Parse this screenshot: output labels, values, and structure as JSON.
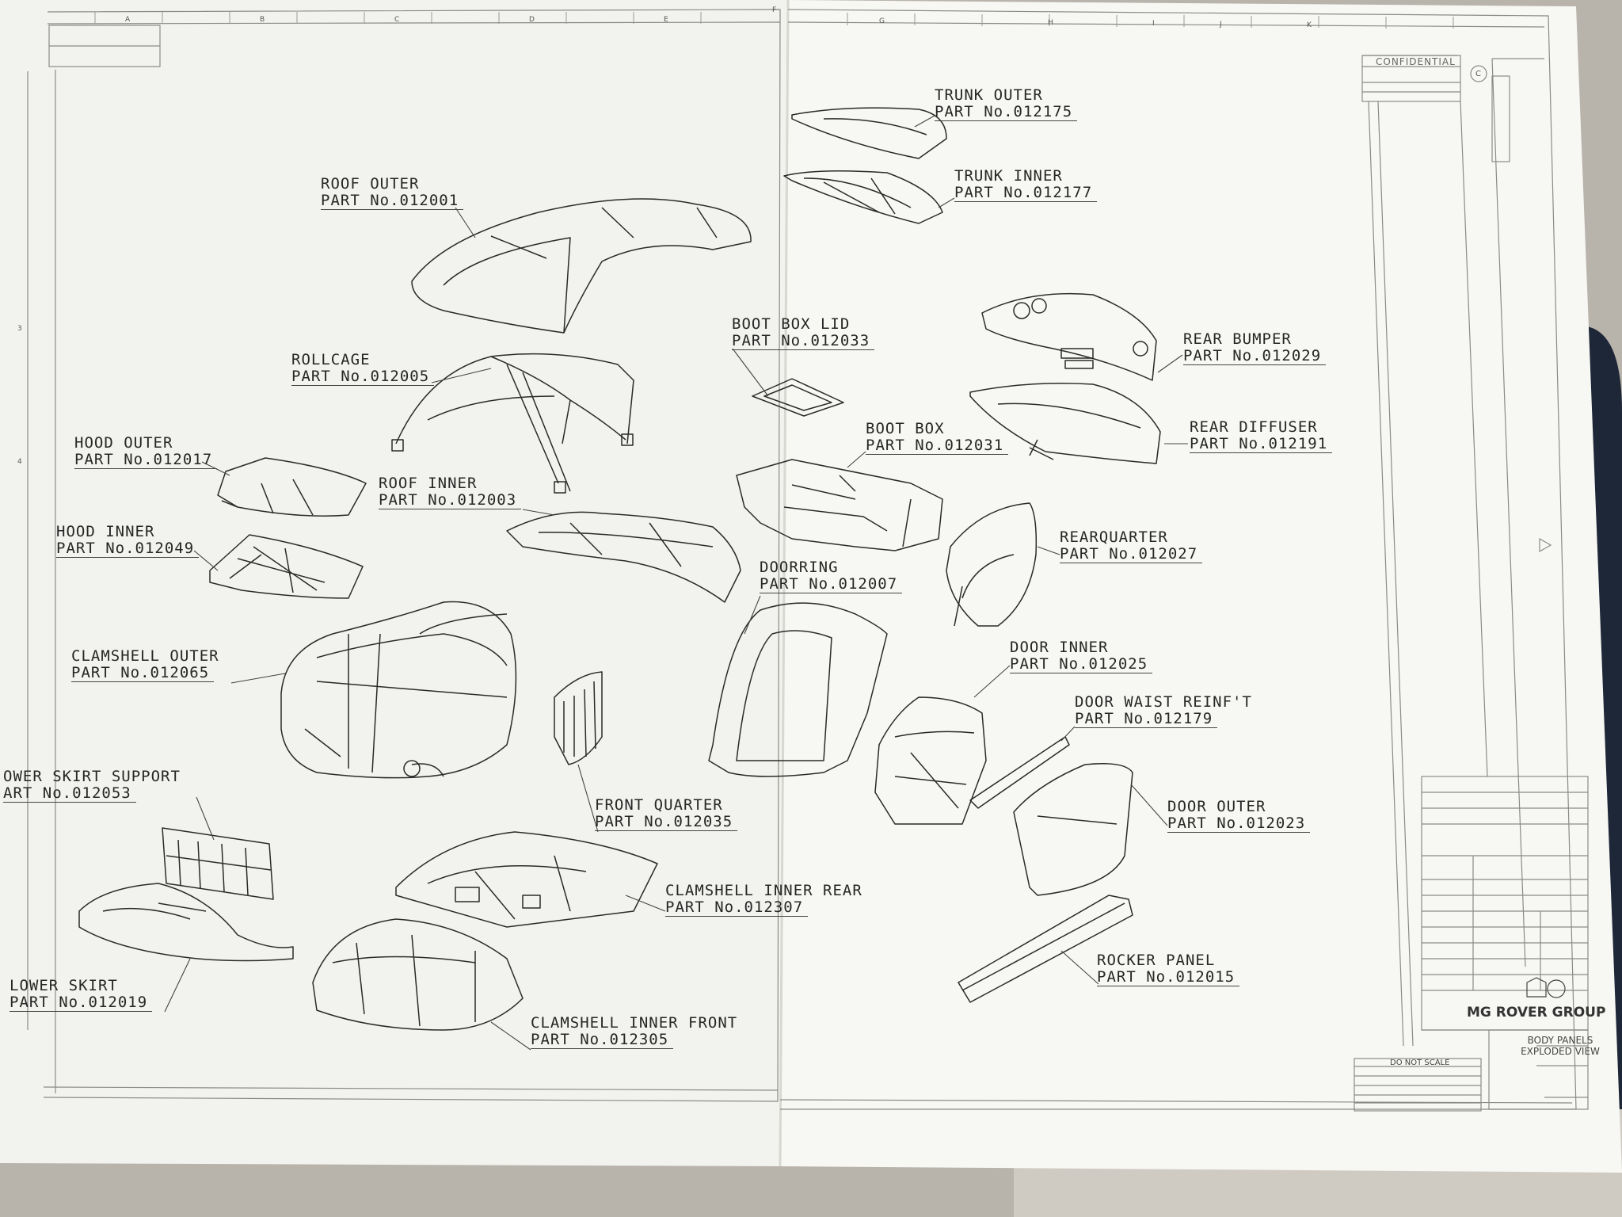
{
  "parts": [
    {
      "id": "trunk-outer",
      "name": "TRUNK OUTER",
      "part": "PART No.012175"
    },
    {
      "id": "trunk-inner",
      "name": "TRUNK INNER",
      "part": "PART No.012177"
    },
    {
      "id": "roof-outer",
      "name": "ROOF OUTER",
      "part": "PART No.012001"
    },
    {
      "id": "boot-box-lid",
      "name": "BOOT BOX LID",
      "part": "PART No.012033"
    },
    {
      "id": "rear-bumper",
      "name": "REAR BUMPER",
      "part": "PART No.012029"
    },
    {
      "id": "rollcage",
      "name": "ROLLCAGE",
      "part": "PART No.012005"
    },
    {
      "id": "rear-diffuser",
      "name": "REAR DIFFUSER",
      "part": "PART No.012191"
    },
    {
      "id": "boot-box",
      "name": "BOOT BOX",
      "part": "PART No.012031"
    },
    {
      "id": "hood-outer",
      "name": "HOOD OUTER",
      "part": "PART No.012017"
    },
    {
      "id": "roof-inner",
      "name": "ROOF INNER",
      "part": "PART No.012003"
    },
    {
      "id": "rearquarter",
      "name": "REARQUARTER",
      "part": "PART No.012027"
    },
    {
      "id": "hood-inner",
      "name": "HOOD INNER",
      "part": "PART No.012049"
    },
    {
      "id": "doorring",
      "name": "DOORRING",
      "part": "PART No.012007"
    },
    {
      "id": "door-inner",
      "name": "DOOR INNER",
      "part": "PART No.012025"
    },
    {
      "id": "clamshell-outer",
      "name": "CLAMSHELL OUTER",
      "part": "PART No.012065"
    },
    {
      "id": "door-waist-reinf",
      "name": "DOOR WAIST REINF'T",
      "part": "PART No.012179"
    },
    {
      "id": "lower-skirt-support",
      "name": "OWER SKIRT SUPPORT",
      "part": "ART No.012053"
    },
    {
      "id": "front-quarter",
      "name": "FRONT QUARTER",
      "part": "PART No.012035"
    },
    {
      "id": "door-outer",
      "name": "DOOR OUTER",
      "part": "PART No.012023"
    },
    {
      "id": "clamshell-inner-rear",
      "name": "CLAMSHELL INNER REAR",
      "part": "PART No.012307"
    },
    {
      "id": "rocker-panel",
      "name": "ROCKER PANEL",
      "part": "PART No.012015"
    },
    {
      "id": "lower-skirt",
      "name": "LOWER SKIRT",
      "part": "PART No.012019"
    },
    {
      "id": "clamshell-inner-front",
      "name": "CLAMSHELL INNER FRONT",
      "part": "PART No.012305"
    }
  ],
  "grid_letters": [
    "A",
    "B",
    "C",
    "D",
    "E",
    "F",
    "G",
    "H",
    "I",
    "J",
    "K"
  ],
  "row_numbers": [
    "3",
    "4"
  ],
  "confidential": "CONFIDENTIAL",
  "copyright_symbol": "C",
  "brand": "MG ROVER GROUP",
  "drawing_title_line1": "BODY PANELS",
  "drawing_title_line2": "EXPLODED VIEW",
  "do_not_scale": "DO NOT SCALE",
  "colors": {
    "paper": "#f4f4f0",
    "ink": "#2a2a2a",
    "background": "#b8b3ab"
  }
}
